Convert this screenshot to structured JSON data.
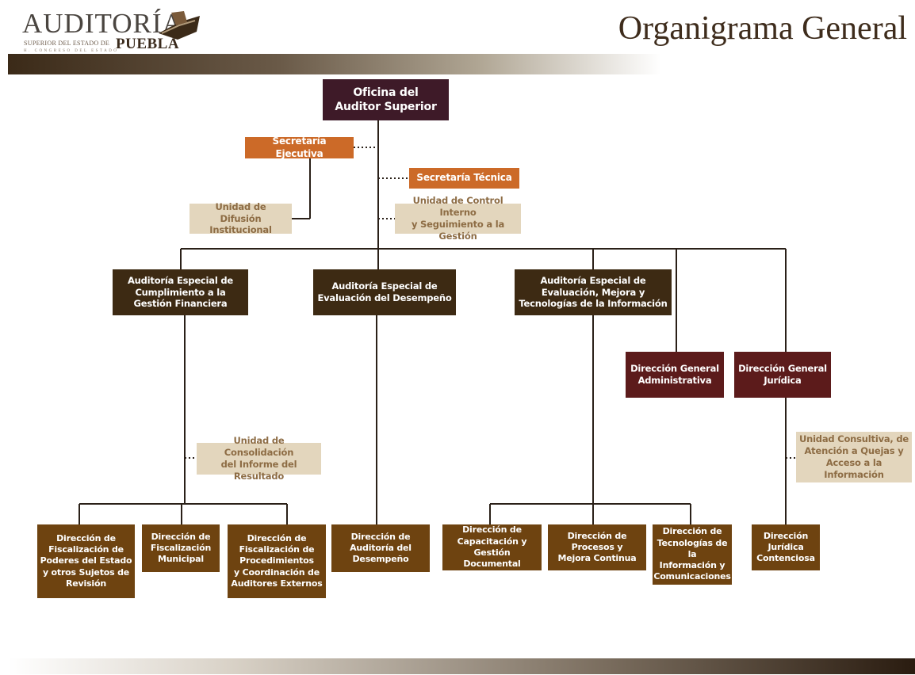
{
  "header": {
    "logo_word": "AUDITORÍA",
    "logo_sub": "SUPERIOR DEL ESTADO DE",
    "logo_state": "PUEBLA",
    "logo_tiny": "H. CONGRESO DEL ESTADO",
    "title": "Organigrama General"
  },
  "org": {
    "auditor": "Oficina del\nAuditor Superior",
    "sec_ejecutiva": "Secretaría Ejecutiva",
    "sec_tecnica": "Secretaría Técnica",
    "difusion": "Unidad de\nDifusión Institucional",
    "control_interno": "Unidad de Control Interno\ny Seguimiento a la Gestión",
    "ae_cumplimiento": "Auditoría Especial de\nCumplimiento a la\nGestión Financiera",
    "ae_desempeno": "Auditoría Especial de\nEvaluación del Desempeño",
    "ae_mejora": "Auditoría Especial de\nEvaluación, Mejora y\nTecnologías de la Información",
    "dg_administrativa": "Dirección General\nAdministrativa",
    "dg_juridica": "Dirección General\nJurídica",
    "consolidacion": "Unidad de Consolidación\ndel Informe del Resultado",
    "consultiva": "Unidad Consultiva, de\nAtención a Quejas y\nAcceso a la Información",
    "d_poderes": "Dirección de\nFiscalización de\nPoderes del Estado\ny otros Sujetos de\nRevisión",
    "d_municipal": "Dirección de\nFiscalización\nMunicipal",
    "d_procedimientos": "Dirección de\nFiscalización de\nProcedimientos\ny Coordinación de\nAuditores Externos",
    "d_auditoria_desempeno": "Dirección de\nAuditoría del\nDesempeño",
    "d_capacitacion": "Dirección de\nCapacitación y\nGestión Documental",
    "d_procesos": "Dirección de\nProcesos y\nMejora Continua",
    "d_tecnologias": "Dirección de\nTecnologías de la\nInformación y\nComunicaciones",
    "d_contenciosa": "Dirección\nJurídica\nContenciosa"
  },
  "colors": {
    "plum": "#3e1a28",
    "brown": "#3d2a13",
    "maroon": "#5c1b1b",
    "orange": "#cc6a28",
    "beige": "#e3d6bd",
    "gold": "#6e4310"
  }
}
